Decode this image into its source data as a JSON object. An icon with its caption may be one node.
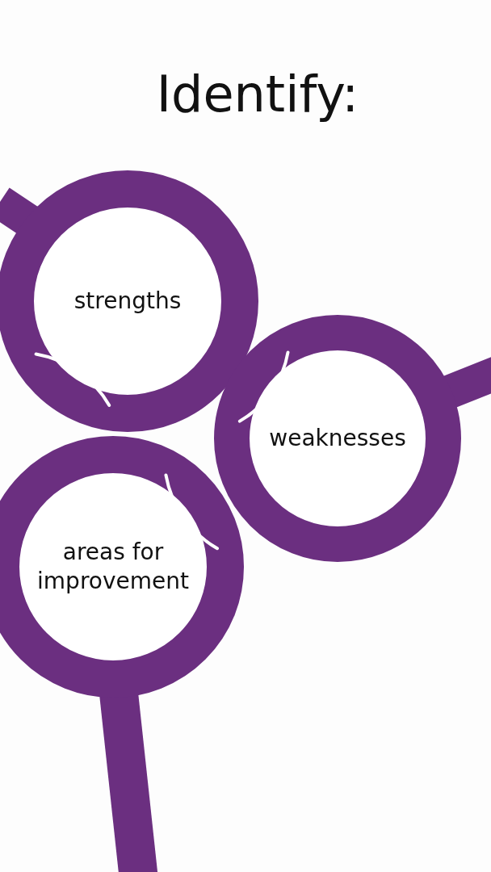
{
  "diagram": {
    "title": "Identify:",
    "nodes": [
      {
        "text": [
          "strengths"
        ]
      },
      {
        "text": [
          "weaknesses"
        ]
      },
      {
        "text": [
          "areas for improvement"
        ]
      }
    ]
  }
}
